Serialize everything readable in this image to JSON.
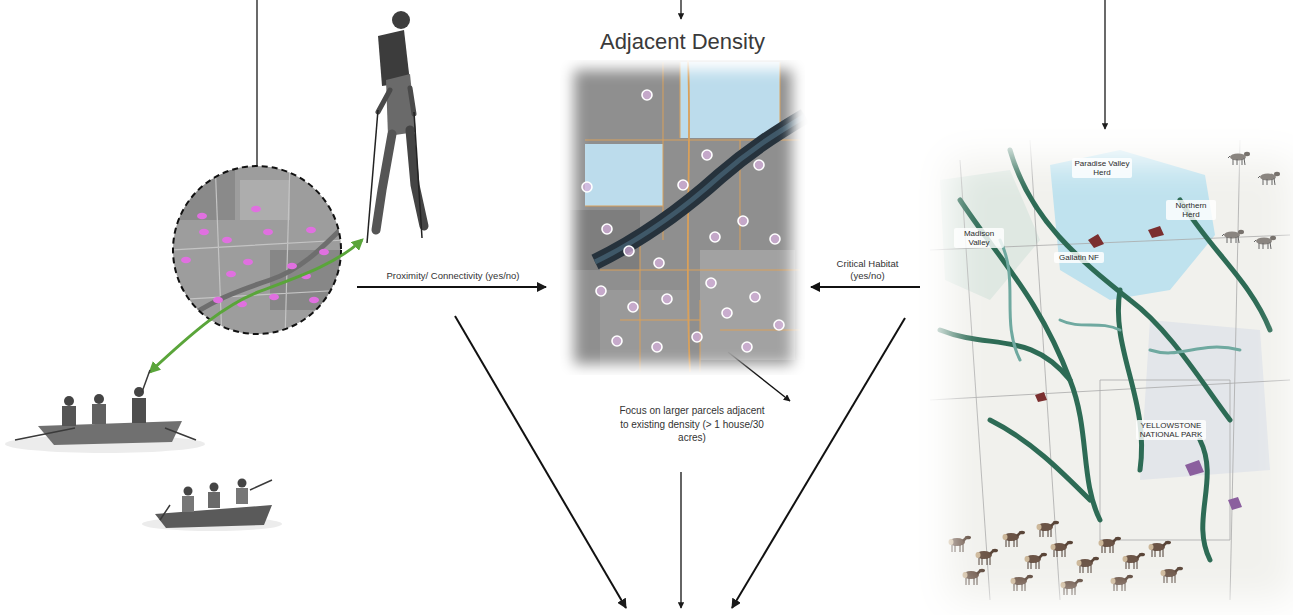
{
  "diagram": {
    "nodes": [
      {
        "text": [
          "Adjacent Density"
        ]
      },
      {
        "text": [
          "Paradise Valley Herd",
          "Northern Herd",
          "Madison Valley",
          "Gallatin NF",
          "YELLOWSTONE NATIONAL PARK"
        ]
      }
    ],
    "edges": [
      {
        "from": 1,
        "to": 0,
        "label": "Critical Habitat (yes/no)",
        "arrow": "to"
      }
    ],
    "labels": [
      "Proximity/ Connectivity (yes/no)",
      "Focus on larger parcels adjacent to existing density (> 1 house/30 acres)"
    ]
  }
}
